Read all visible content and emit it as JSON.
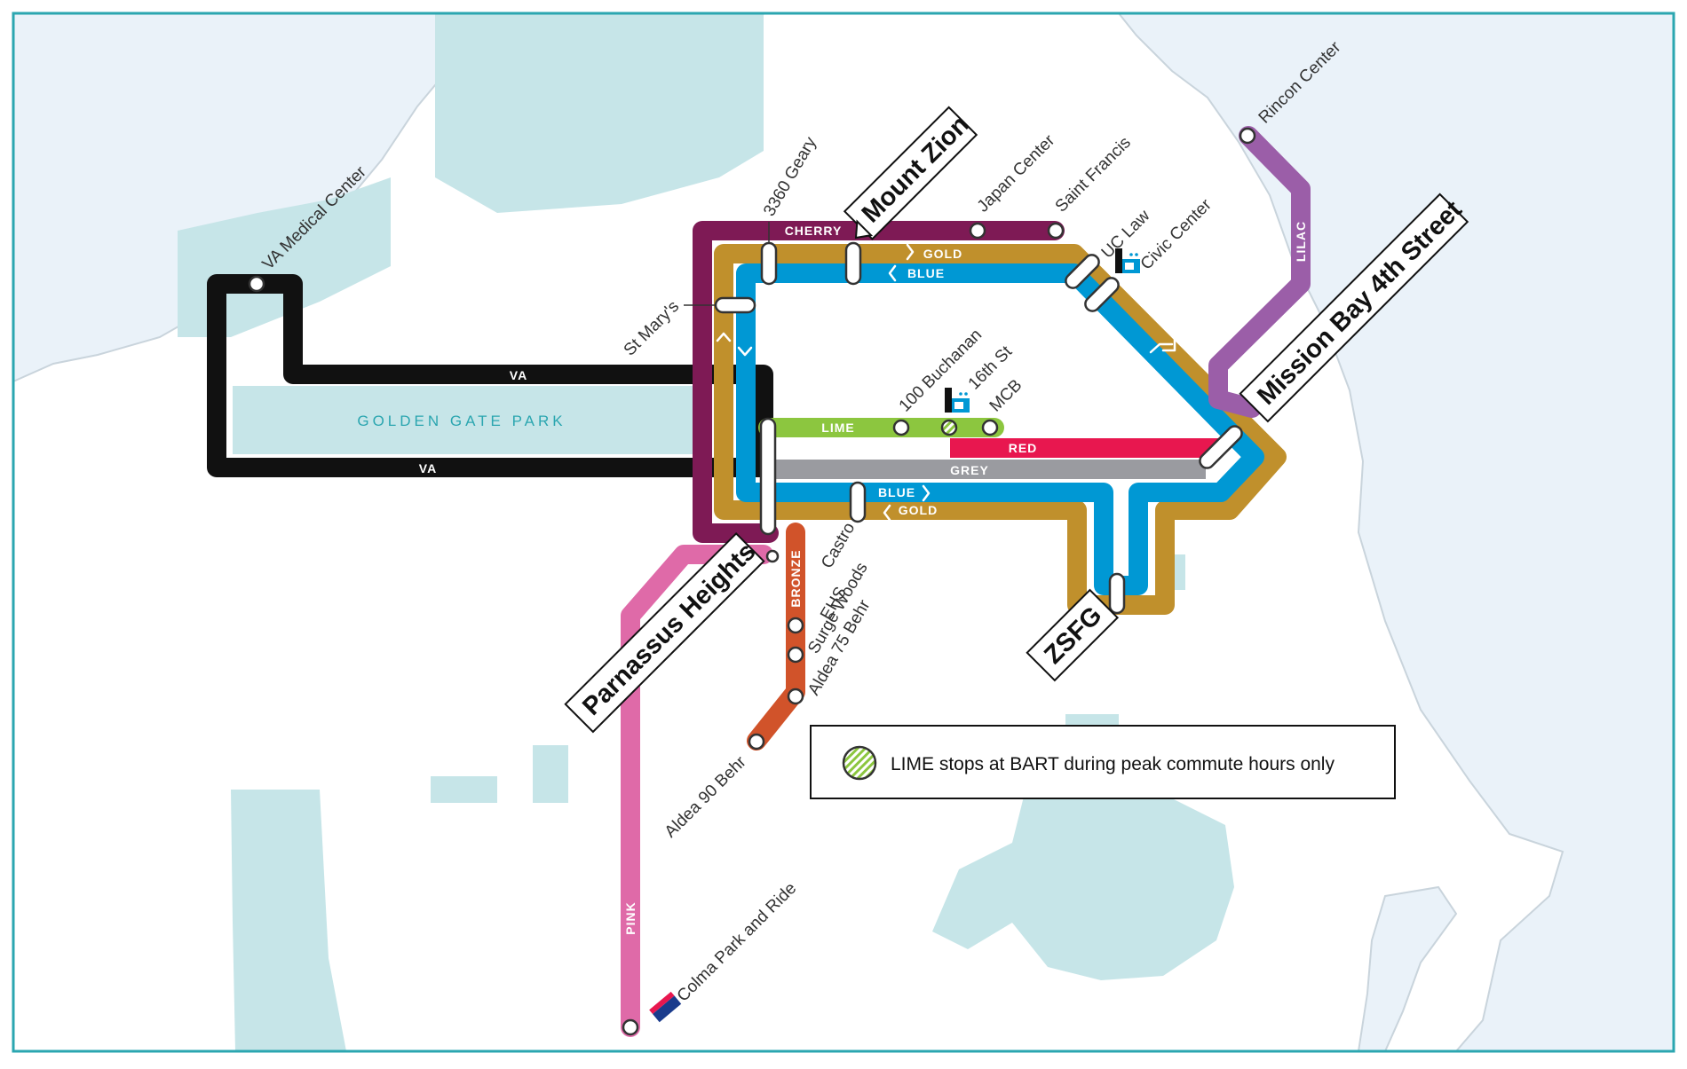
{
  "colors": {
    "water": "#eaf2f9",
    "water_light": "#c6e5e8",
    "land": "#ffffff",
    "coast": "#c9d4dc",
    "frame": "#2ba6b0",
    "park": "#c6e5e8",
    "va": "#111111",
    "cherry": "#7e1a55",
    "gold": "#c0902c",
    "blue": "#0098d4",
    "lime": "#8cc63f",
    "red": "#e8174f",
    "grey": "#9a9ba0",
    "pink": "#df6aa8",
    "bronze": "#d1532a",
    "lilac": "#9b5ea8"
  },
  "park": {
    "label": "GOLDEN GATE PARK"
  },
  "lines": {
    "va": "VA",
    "cherry": "CHERRY",
    "gold": "GOLD",
    "blue": "BLUE",
    "lime": "LIME",
    "red": "RED",
    "grey": "GREY",
    "pink": "PINK",
    "bronze": "BRONZE",
    "lilac": "LILAC"
  },
  "stations": {
    "va_medical": "VA Medical Center",
    "geary": "3360 Geary",
    "japan": "Japan Center",
    "saint_francis": "Saint Francis",
    "uc_law": "UC Law",
    "civic_center": "Civic Center",
    "rincon": "Rincon Center",
    "st_marys": "St Mary's",
    "buchanan": "100 Buchanan",
    "sixteenth": "16th St",
    "mcb": "MCB",
    "castro": "Castro",
    "ehs": "EHS",
    "surge": "Surge Woods",
    "aldea75": "Aldea 75 Behr",
    "aldea90": "Aldea 90 Behr",
    "colma": "Colma Park and Ride"
  },
  "hubs": {
    "mount_zion": "Mount Zion",
    "parnassus": "Parnassus Heights",
    "mission_bay": "Mission Bay 4th Street",
    "zsfg": "ZSFG"
  },
  "legend": {
    "text": "LIME stops at BART during peak commute hours only"
  },
  "icons": {
    "bart": "bart-icon",
    "samtrans": "samtrans-icon",
    "chevron": "chevron-icon"
  }
}
